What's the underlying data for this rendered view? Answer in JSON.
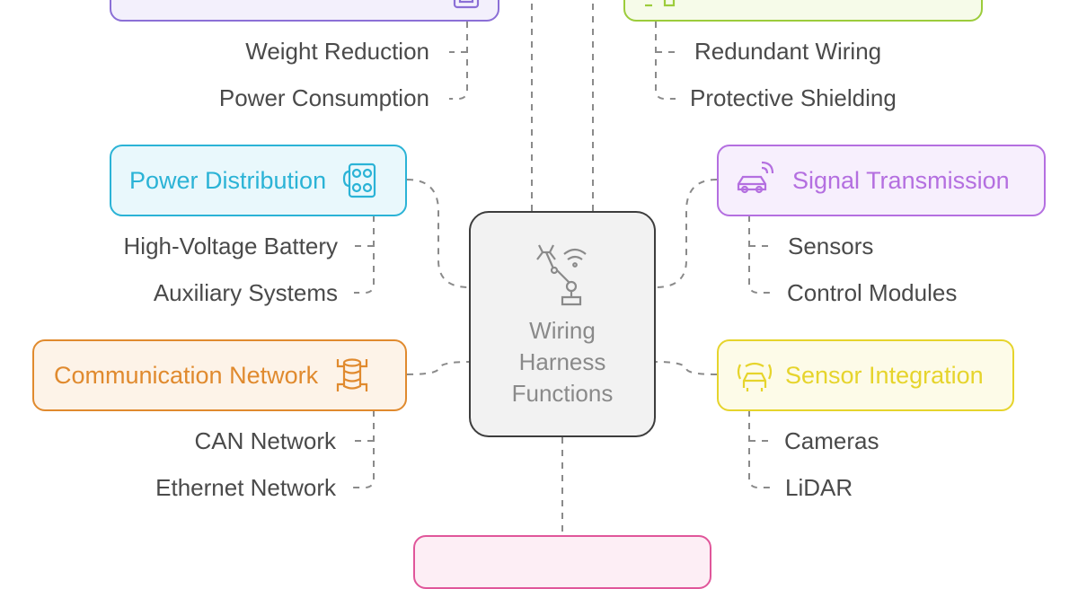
{
  "center": {
    "title_lines": [
      "Wiring",
      "Harness",
      "Functions"
    ],
    "icon": "robot-arm-signal-icon"
  },
  "branches": {
    "top_left": {
      "title": "",
      "color": "#8b6fd6",
      "fill": "#f3f0fc",
      "icon": "device-icon",
      "items": [
        "Weight Reduction",
        "Power Consumption"
      ]
    },
    "top_right": {
      "title": "",
      "color": "#9ccc3b",
      "fill": "#f6fbe9",
      "icon": "shield-icon",
      "items": [
        "Redundant Wiring",
        "Protective Shielding"
      ]
    },
    "power_distribution": {
      "title": "Power Distribution",
      "color": "#2bb3d6",
      "fill": "#e9f8fc",
      "icon": "power-outlet-icon",
      "items": [
        "High-Voltage Battery",
        "Auxiliary Systems"
      ]
    },
    "signal_transmission": {
      "title": "Signal Transmission",
      "color": "#b46fe0",
      "fill": "#f7effd",
      "icon": "connected-car-icon",
      "items": [
        "Sensors",
        "Control Modules"
      ]
    },
    "communication_network": {
      "title": "Communication Network",
      "color": "#e08a2e",
      "fill": "#fdf3e8",
      "icon": "database-network-icon",
      "items": [
        "CAN Network",
        "Ethernet Network"
      ]
    },
    "sensor_integration": {
      "title": "Sensor Integration",
      "color": "#e6d42c",
      "fill": "#fdfbe8",
      "icon": "car-sensor-icon",
      "items": [
        "Cameras",
        "LiDAR"
      ]
    },
    "bottom": {
      "title": "",
      "color": "#e0569a",
      "fill": "#fdeef5"
    }
  }
}
